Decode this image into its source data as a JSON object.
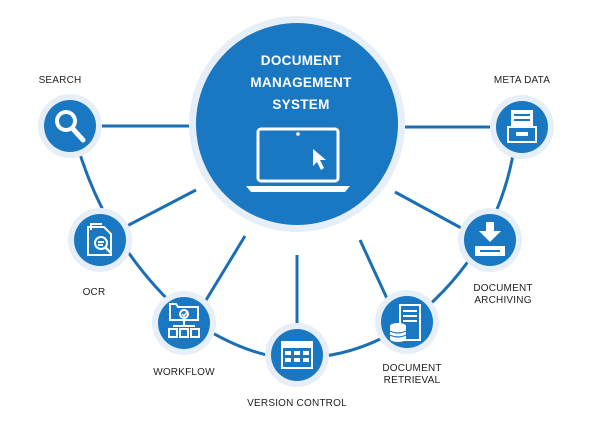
{
  "center": {
    "title_lines": [
      "DOCUMENT",
      "MANAGEMENT",
      "SYSTEM"
    ],
    "icon": "laptop-cursor-icon"
  },
  "nodes": [
    {
      "id": "search",
      "label_lines": [
        "SEARCH"
      ],
      "icon": "magnifier-icon"
    },
    {
      "id": "ocr",
      "label_lines": [
        "OCR"
      ],
      "icon": "ocr-document-icon"
    },
    {
      "id": "workflow",
      "label_lines": [
        "WORKFLOW"
      ],
      "icon": "workflow-icon"
    },
    {
      "id": "version-control",
      "label_lines": [
        "VERSION CONTROL"
      ],
      "icon": "version-grid-icon"
    },
    {
      "id": "document-retrieval",
      "label_lines": [
        "DOCUMENT",
        "RETRIEVAL"
      ],
      "icon": "server-database-icon"
    },
    {
      "id": "document-archiving",
      "label_lines": [
        "DOCUMENT",
        "ARCHIVING"
      ],
      "icon": "archive-download-icon"
    },
    {
      "id": "meta-data",
      "label_lines": [
        "META DATA"
      ],
      "icon": "inbox-tray-icon"
    }
  ],
  "colors": {
    "primary": "#1a78c2",
    "ring": "#e6eef7",
    "line": "#1a6fb4",
    "text": "#1f1f1f"
  }
}
